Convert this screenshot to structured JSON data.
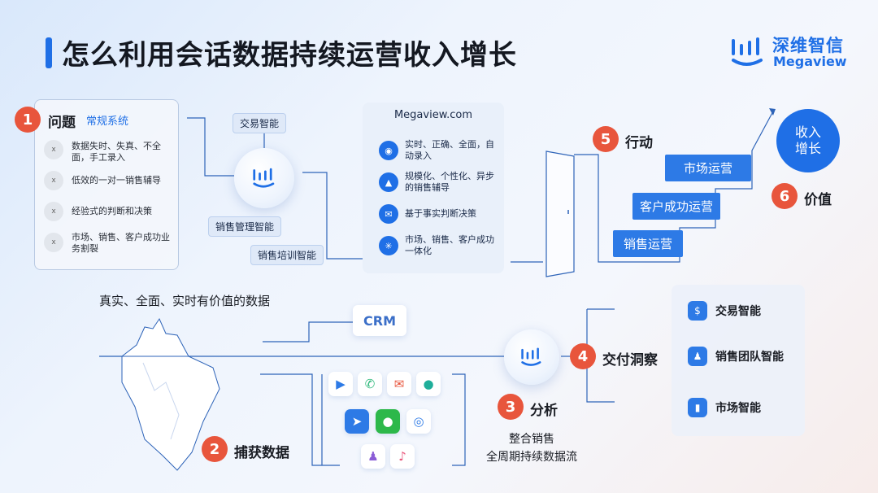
{
  "title": "怎么利用会话数据持续运营收入增长",
  "logo": {
    "cn": "深维智信",
    "en": "Megaview"
  },
  "problem": {
    "number": "1",
    "title": "问题",
    "subtitle": "常规系统",
    "items": [
      {
        "icon": "x",
        "text": "数据失时、失真、不全面，手工录入"
      },
      {
        "icon": "x",
        "text": "低效的一对一销售辅导"
      },
      {
        "icon": "x",
        "text": "经验式的判断和决策"
      },
      {
        "icon": "x",
        "text": "市场、销售、客户成功业务割裂"
      }
    ]
  },
  "hub_tags": [
    "交易智能",
    "销售管理智能",
    "销售培训智能"
  ],
  "megaview": {
    "title": "Megaview.com",
    "features": [
      {
        "icon": "eye-icon",
        "text": "实时、正确、全面，自动录入"
      },
      {
        "icon": "graduation-icon",
        "text": "规模化、个性化、异步的销售辅导"
      },
      {
        "icon": "mail-icon",
        "text": "基于事实判断决策"
      },
      {
        "icon": "atom-icon",
        "text": "市场、销售、客户成功一体化"
      }
    ]
  },
  "action": {
    "number": "5",
    "label": "行动"
  },
  "stairs": [
    "市场运营",
    "客户成功运营",
    "销售运营"
  ],
  "revenue": {
    "line1": "收入",
    "line2": "增长"
  },
  "value": {
    "number": "6",
    "label": "价值"
  },
  "data_heading": "真实、全面、实时有价值的数据",
  "crm": "CRM",
  "capture": {
    "number": "2",
    "label": "捕获数据"
  },
  "apps": [
    "video-icon",
    "phone-icon",
    "mail-icon",
    "chat-icon",
    "feishu-icon",
    "wechat-icon",
    "dingtalk-icon",
    "team-icon",
    "mic-icon"
  ],
  "analysis": {
    "number": "3",
    "label": "分析",
    "sub1": "整合销售",
    "sub2": "全周期持续数据流"
  },
  "insight": {
    "number": "4",
    "label": "交付洞察",
    "items": [
      {
        "icon": "dollar-icon",
        "text": "交易智能"
      },
      {
        "icon": "people-icon",
        "text": "销售团队智能"
      },
      {
        "icon": "chart-icon",
        "text": "市场智能"
      }
    ]
  },
  "colors": {
    "accent": "#1f6fe6",
    "badge": "#e8553c",
    "stair": "#2d7ae6"
  }
}
